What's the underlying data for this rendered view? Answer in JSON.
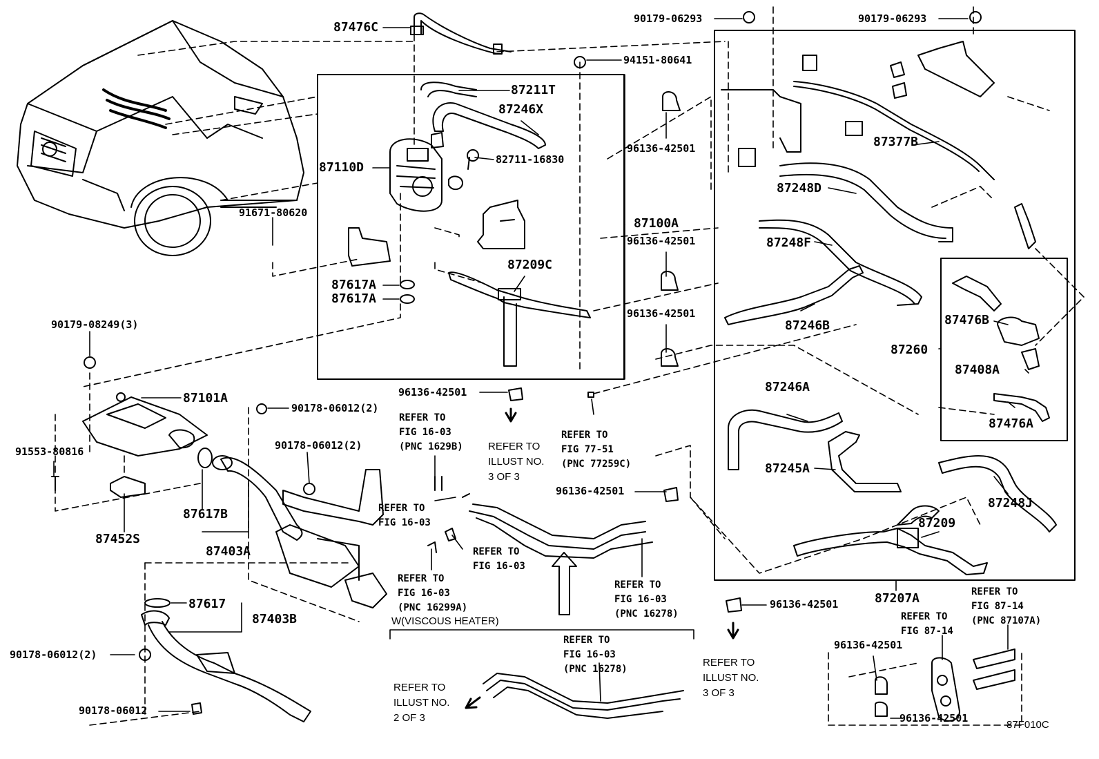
{
  "diagram_code": "87F010C",
  "variant_label": "W(VISCOUS HEATER)",
  "parts": {
    "p87476C": "87476C",
    "p87211T": "87211T",
    "p87246X": "87246X",
    "p82711": "82711-16830",
    "p87110D": "87110D",
    "p87100A": "87100A",
    "p87209C": "87209C",
    "p87617A_1": "87617A",
    "p87617A_2": "87617A",
    "p94151": "94151-80641",
    "p90179_06293_a": "90179-06293",
    "p90179_06293_b": "90179-06293",
    "p96136_a": "96136-42501",
    "p96136_b": "96136-42501",
    "p96136_c": "96136-42501",
    "p96136_d": "96136-42501",
    "p96136_e": "96136-42501",
    "p96136_f": "96136-42501",
    "p96136_g": "96136-42501",
    "p96136_h": "96136-42501",
    "p91671": "91671-80620",
    "p90179_08249": "90179-08249(3)",
    "p87101A": "87101A",
    "p90178_06012_2a": "90178-06012(2)",
    "p90178_06012_2b": "90178-06012(2)",
    "p90178_06012_2c": "90178-06012(2)",
    "p90178_06012": "90178-06012",
    "p91553": "91553-80816",
    "p87452S": "87452S",
    "p87617B": "87617B",
    "p87403A": "87403A",
    "p87617": "87617",
    "p87403B": "87403B",
    "p87377B": "87377B",
    "p87248D": "87248D",
    "p87248F": "87248F",
    "p87246B": "87246B",
    "p87246A": "87246A",
    "p87245A": "87245A",
    "p87260": "87260",
    "p87476B": "87476B",
    "p87408A": "87408A",
    "p87476A": "87476A",
    "p87248J": "87248J",
    "p87209": "87209",
    "p87207A": "87207A"
  },
  "references": {
    "fig1603_1629B": "REFER TO\nFIG 16-03\n(PNC 1629B)",
    "illust3_a": "REFER TO\nILLUST NO.\n3 OF 3",
    "fig7751": "REFER TO\nFIG 77-51\n(PNC 77259C)",
    "fig1603_a": "REFER TO\nFIG 16-03",
    "fig1603_b": "REFER TO\nFIG 16-03",
    "fig1603_16299A": "REFER TO\nFIG 16-03\n(PNC 16299A)",
    "fig1603_16278_a": "REFER TO\nFIG 16-03\n(PNC 16278)",
    "fig1603_16278_b": "REFER TO\nFIG 16-03\n(PNC 16278)",
    "illust3_b": "REFER TO\nILLUST NO.\n3 OF 3",
    "illust2": "REFER TO\nILLUST NO.\n2 OF 3",
    "fig8714_a": "REFER TO\nFIG 87-14",
    "fig8714_b": "REFER TO\nFIG 87-14\n(PNC 87107A)"
  }
}
